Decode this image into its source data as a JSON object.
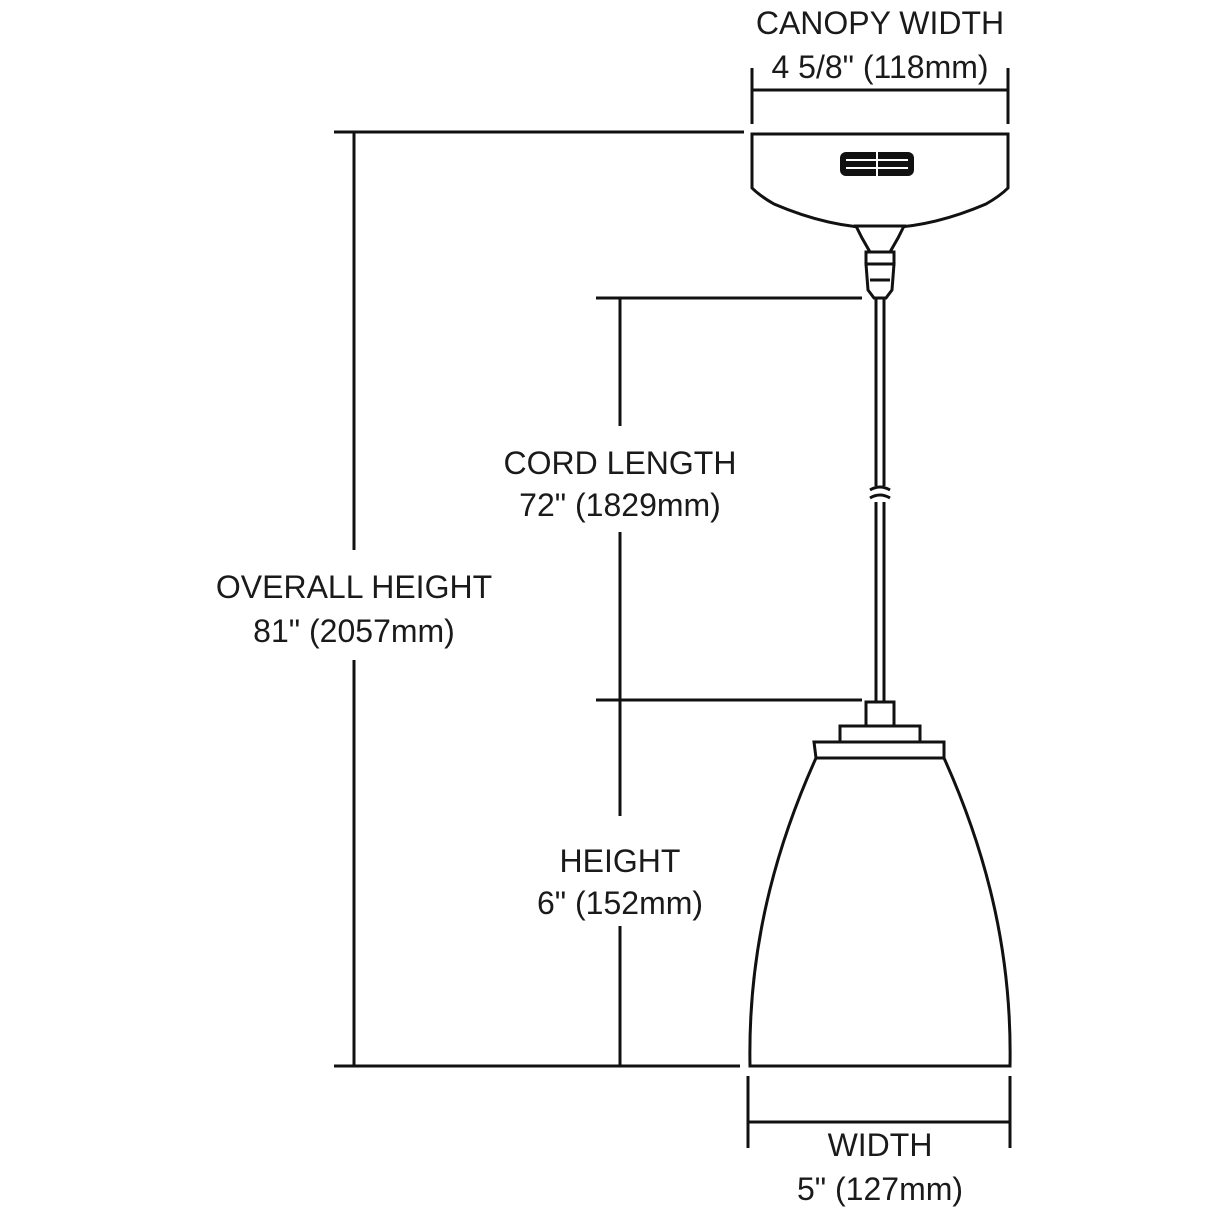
{
  "dimensions": {
    "canopy_width": {
      "label": "CANOPY WIDTH",
      "value": "4 5/8\" (118mm)"
    },
    "cord_length": {
      "label": "CORD LENGTH",
      "value": "72\" (1829mm)"
    },
    "overall_height": {
      "label": "OVERALL HEIGHT",
      "value": "81\" (2057mm)"
    },
    "height": {
      "label": "HEIGHT",
      "value": "6\" (152mm)"
    },
    "width": {
      "label": "WIDTH",
      "value": "5\" (127mm)"
    }
  }
}
